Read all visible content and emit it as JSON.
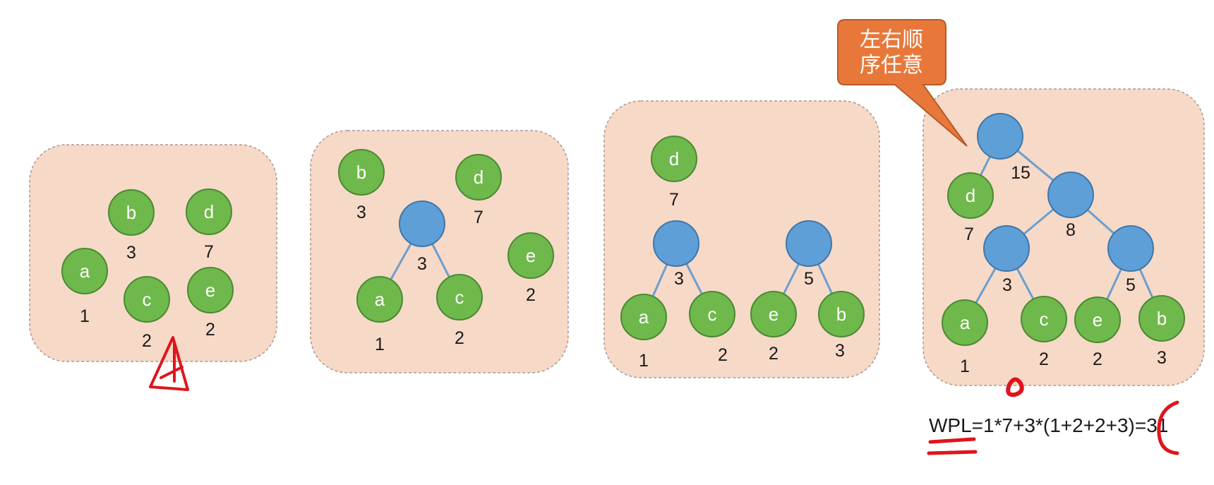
{
  "colors": {
    "panel_fill": "#f7d9c7",
    "panel_border": "#a89a94",
    "leaf_fill": "#6fb84b",
    "leaf_stroke": "#4a8a33",
    "internal_fill": "#5f9fd8",
    "internal_stroke": "#3f77aa",
    "edge": "#6a9fcf",
    "callout_fill": "#e8783a",
    "callout_border": "#b55a2a",
    "annotation_red": "#e0141c"
  },
  "panels": [
    {
      "id": "step1",
      "nodes": [
        {
          "id": "b",
          "label": "b",
          "kind": "leaf",
          "weight": "3"
        },
        {
          "id": "d",
          "label": "d",
          "kind": "leaf",
          "weight": "7"
        },
        {
          "id": "a",
          "label": "a",
          "kind": "leaf",
          "weight": "1"
        },
        {
          "id": "c",
          "label": "c",
          "kind": "leaf",
          "weight": "2"
        },
        {
          "id": "e",
          "label": "e",
          "kind": "leaf",
          "weight": "2"
        }
      ],
      "edges": []
    },
    {
      "id": "step2",
      "nodes": [
        {
          "id": "b",
          "label": "b",
          "kind": "leaf",
          "weight": "3"
        },
        {
          "id": "d",
          "label": "d",
          "kind": "leaf",
          "weight": "7"
        },
        {
          "id": "n3",
          "label": "",
          "kind": "internal",
          "weight": "3"
        },
        {
          "id": "e",
          "label": "e",
          "kind": "leaf",
          "weight": "2"
        },
        {
          "id": "a",
          "label": "a",
          "kind": "leaf",
          "weight": "1"
        },
        {
          "id": "c",
          "label": "c",
          "kind": "leaf",
          "weight": "2"
        }
      ],
      "edges": [
        [
          "n3",
          "a"
        ],
        [
          "n3",
          "c"
        ]
      ]
    },
    {
      "id": "step3",
      "nodes": [
        {
          "id": "d",
          "label": "d",
          "kind": "leaf",
          "weight": "7"
        },
        {
          "id": "n3",
          "label": "",
          "kind": "internal",
          "weight": "3"
        },
        {
          "id": "n5",
          "label": "",
          "kind": "internal",
          "weight": "5"
        },
        {
          "id": "a",
          "label": "a",
          "kind": "leaf",
          "weight": "1"
        },
        {
          "id": "c",
          "label": "c",
          "kind": "leaf",
          "weight": "2"
        },
        {
          "id": "e",
          "label": "e",
          "kind": "leaf",
          "weight": "2"
        },
        {
          "id": "b",
          "label": "b",
          "kind": "leaf",
          "weight": "3"
        }
      ],
      "edges": [
        [
          "n3",
          "a"
        ],
        [
          "n3",
          "c"
        ],
        [
          "n5",
          "e"
        ],
        [
          "n5",
          "b"
        ]
      ]
    },
    {
      "id": "step4",
      "nodes": [
        {
          "id": "n15",
          "label": "",
          "kind": "internal",
          "weight": "15"
        },
        {
          "id": "d",
          "label": "d",
          "kind": "leaf",
          "weight": "7"
        },
        {
          "id": "n8",
          "label": "",
          "kind": "internal",
          "weight": "8"
        },
        {
          "id": "n3",
          "label": "",
          "kind": "internal",
          "weight": "3"
        },
        {
          "id": "n5",
          "label": "",
          "kind": "internal",
          "weight": "5"
        },
        {
          "id": "a",
          "label": "a",
          "kind": "leaf",
          "weight": "1"
        },
        {
          "id": "c",
          "label": "c",
          "kind": "leaf",
          "weight": "2"
        },
        {
          "id": "e",
          "label": "e",
          "kind": "leaf",
          "weight": "2"
        },
        {
          "id": "b",
          "label": "b",
          "kind": "leaf",
          "weight": "3"
        }
      ],
      "edges": [
        [
          "n15",
          "d"
        ],
        [
          "n15",
          "n8"
        ],
        [
          "n8",
          "n3"
        ],
        [
          "n8",
          "n5"
        ],
        [
          "n3",
          "a"
        ],
        [
          "n3",
          "c"
        ],
        [
          "n5",
          "e"
        ],
        [
          "n5",
          "b"
        ]
      ]
    }
  ],
  "callout": {
    "line1": "左右顺",
    "line2": "序任意"
  },
  "formula": "WPL=1*7+3*(1+2+2+3)=31"
}
